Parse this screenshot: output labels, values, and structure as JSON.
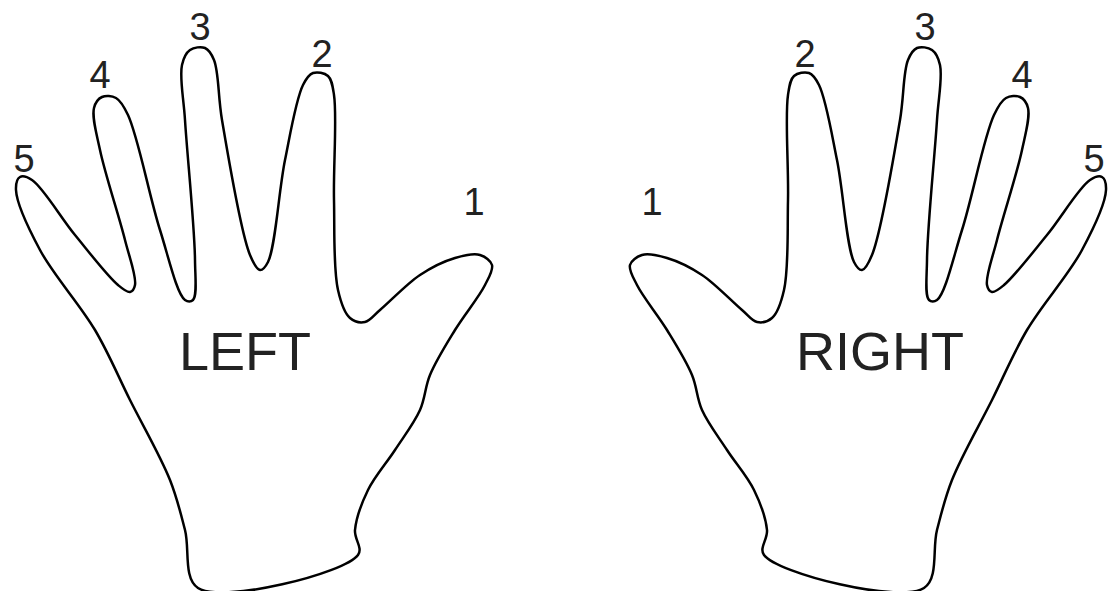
{
  "diagram": {
    "nodes": [
      {
        "text": [
          "LEFT"
        ]
      },
      {
        "text": [
          "RIGHT"
        ]
      }
    ],
    "labels": [
      "5",
      "4",
      "3",
      "2",
      "1",
      "1",
      "2",
      "3",
      "4",
      "5"
    ]
  }
}
